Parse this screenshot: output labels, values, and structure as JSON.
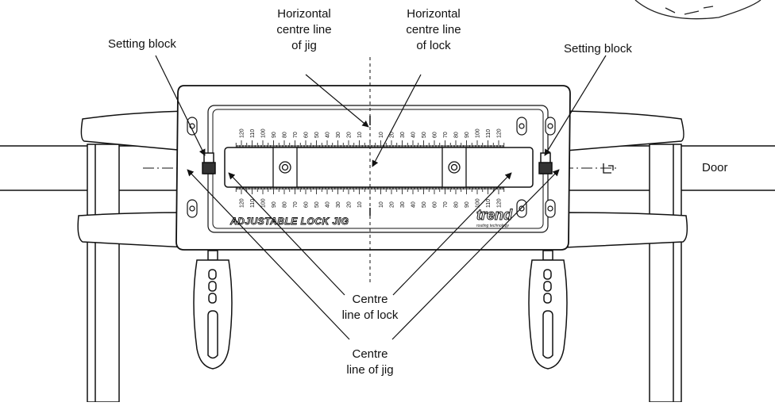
{
  "labels": {
    "setting_block_left": "Setting block",
    "setting_block_right": "Setting block",
    "horiz_jig": [
      "Horizontal",
      "centre line",
      "of jig"
    ],
    "horiz_lock": [
      "Horizontal",
      "centre line",
      "of lock"
    ],
    "centre_lock": [
      "Centre",
      "line of lock"
    ],
    "centre_jig": [
      "Centre",
      "line of jig"
    ],
    "door": "Door"
  },
  "jig": {
    "name": "ADJUSTABLE LOCK JIG",
    "brand": "trend",
    "brand_tagline": "routing technology",
    "scale_numbers": [
      "120",
      "110",
      "100",
      "90",
      "80",
      "70",
      "60",
      "50",
      "40",
      "30",
      "20",
      "10"
    ]
  }
}
